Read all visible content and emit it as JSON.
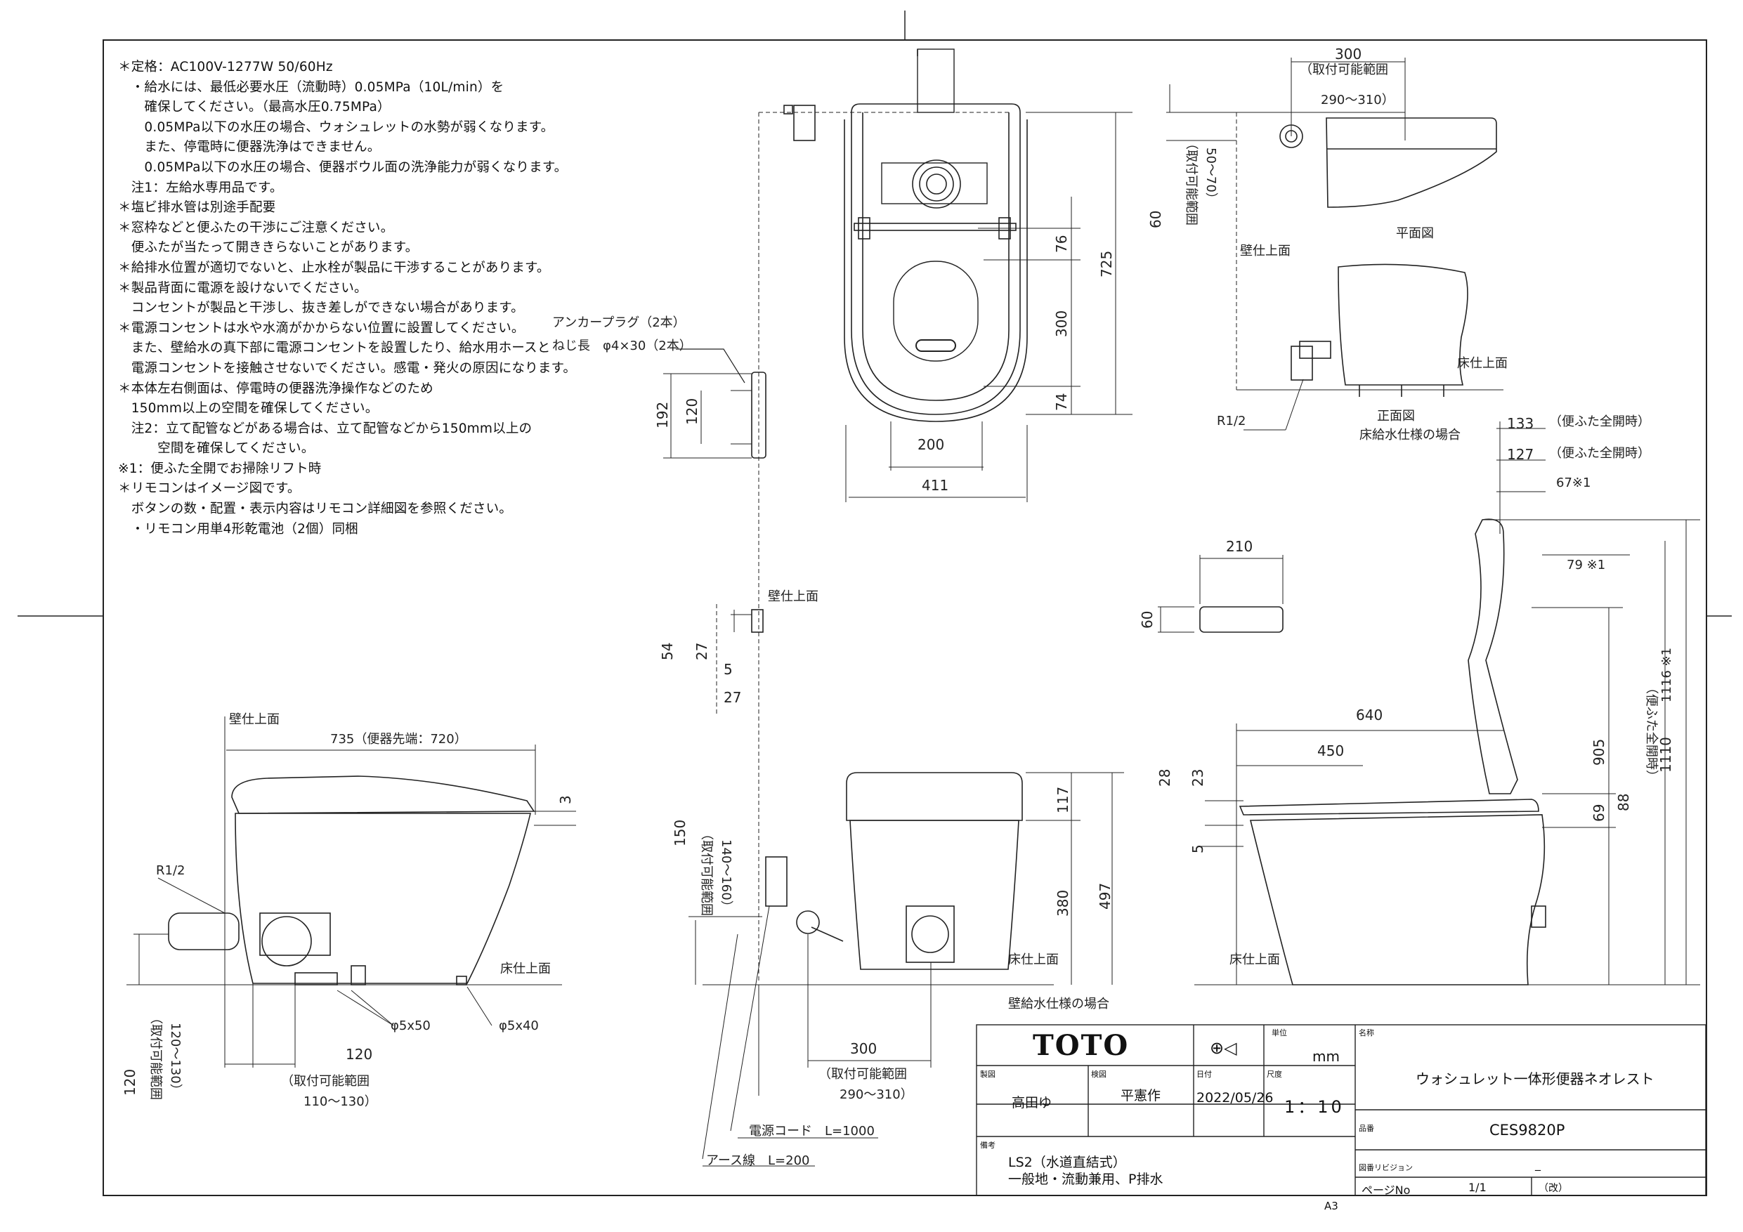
{
  "notes": [
    "＊定格：AC100V-1277W 50/60Hz",
    "　・給水には、最低必要水圧（流動時）0.05MPa（10L/min）を",
    "　　確保してください。（最高水圧0.75MPa）",
    "　　0.05MPa以下の水圧の場合、ウォシュレットの水勢が弱くなります。",
    "　　また、停電時に便器洗浄はできません。",
    "　　0.05MPa以下の水圧の場合、便器ボウル面の洗浄能力が弱くなります。",
    "　注1：左給水専用品です。",
    "＊塩ビ排水管は別途手配要",
    "＊窓枠などと便ふたの干渉にご注意ください。",
    "　便ふたが当たって開ききらないことがあります。",
    "＊給排水位置が適切でないと、止水栓が製品に干渉することがあります。",
    "＊製品背面に電源を設けないでください。",
    "　コンセントが製品と干渉し、抜き差しができない場合があります。",
    "＊電源コンセントは水や水滴がかからない位置に設置してください。",
    "　また、壁給水の真下部に電源コンセントを設置したり、給水用ホースと",
    "　電源コンセントを接触させないでください。感電・発火の原因になります。",
    "＊本体左右側面は、停電時の便器洗浄操作などのため",
    "　150mm以上の空間を確保してください。",
    "　注2：立て配管などがある場合は、立て配管などから150mm以上の",
    "　　　空間を確保してください。",
    "※1：便ふた全開でお掃除リフト時",
    "＊リモコンはイメージ図です。",
    "　ボタンの数・配置・表示内容はリモコン詳細図を参照ください。",
    "　・リモコン用単4形乾電池（2個）同梱"
  ],
  "labels": {
    "anchor1": "アンカープラグ（2本）",
    "anchor2": "ねじ長　φ4×30（2本）",
    "wall_surface": "壁仕上面",
    "floor_surface": "床仕上面",
    "plan_view": "平面図",
    "front_view": "正面図",
    "floor_supply": "床給水仕様の場合",
    "wall_supply": "壁給水仕様の場合",
    "r12": "R1/2",
    "range_label": "（取付可能範囲",
    "range_290": "290～310）",
    "range_50": "50～70）",
    "range_140": "140～160）",
    "range_110": "110～130）",
    "range_120": "120～130）",
    "lid_open": "（便ふた全開時）",
    "lid_open_v": "（便ふた全開時）",
    "toilet_len": "735（便器先端：720）",
    "phi550": "φ5x50",
    "phi540": "φ5x40",
    "power_cord": "電源コード　L=1000",
    "earth": "アース線　L=200",
    "mark1": "※1",
    "d67": "67※1",
    "d79": "79 ※1",
    "d1116": "1116 ※1"
  },
  "dims": {
    "d300": "300",
    "d60": "60",
    "d76": "76",
    "d725": "725",
    "d300b": "300",
    "d74": "74",
    "d200": "200",
    "d411": "411",
    "d192": "192",
    "d120": "120",
    "d133": "133",
    "d127": "127",
    "d210": "210",
    "d60b": "60",
    "d54": "54",
    "d27": "27",
    "d5": "5",
    "d27b": "27",
    "d3": "3",
    "d117": "117",
    "d497": "497",
    "d380": "380",
    "d150": "150",
    "d640": "640",
    "d450": "450",
    "d28": "28",
    "d23": "23",
    "d5b": "5",
    "d69": "69",
    "d88": "88",
    "d905": "905",
    "d1110": "1110",
    "d120b": "120",
    "d120c": "120",
    "d300c": "300"
  },
  "title_block": {
    "logo": "TOTO",
    "unit_label": "単位",
    "unit": "mm",
    "name_label": "名称",
    "product_name": "ウォシュレット一体形便器ネオレスト",
    "drafter_label": "製図",
    "drafter": "高田ゆ",
    "checker_label": "検図",
    "checker": "平憲作",
    "date_label": "日付",
    "date": "2022/05/26",
    "scale_label": "尺度",
    "scale": "1：10",
    "model_label": "品番",
    "model": "CES9820P",
    "remarks_label": "備考",
    "remarks1": "LS2（水道直結式）",
    "remarks2": "一般地・流動兼用、P排水",
    "revision_label": "図番リビジョン",
    "revision": "_",
    "page_label": "ページNo",
    "page": "1/1",
    "version": "（改）",
    "sheet": "A3"
  }
}
